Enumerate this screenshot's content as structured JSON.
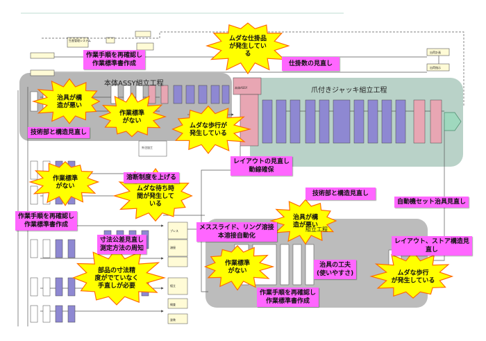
{
  "zones": {
    "main_body": "本体ASSY組立工程",
    "jack": "爪付きジャッキ組立工程",
    "bottom": "組立工程"
  },
  "process_small_labels": {
    "system": "生産管理システム",
    "box": "本体ASSY",
    "shipping_l": "出荷計画",
    "shipping_r": "出荷指示",
    "outsource": "外注加工",
    "press": "プレス",
    "weld": "溶接",
    "assy": "組立",
    "insp": "検査",
    "paint": "塗装"
  },
  "callouts": {
    "sakuhyo_tl": [
      "作業手順を再確認し",
      "作業標準書作成"
    ],
    "gijutsu_l": "技術部と構造見直し",
    "shiage": "仕掛数の見直し",
    "layout_mid": [
      "レイアウトの見直し",
      "動線確保"
    ],
    "yosetsu": "溶断制度を上げる",
    "sakuhyo_ml": [
      "作業手順を再確認し",
      "作業標準書作成"
    ],
    "sunpo": [
      "寸法公差見直し",
      "測定方法の周知"
    ],
    "gijutsu_r": "技術部と構造見直し",
    "auto": "自動機セット治具見直し",
    "mess": [
      "メススライド、リング溶接",
      "本溶接自動化"
    ],
    "jigu_kufu": [
      "治具の工夫",
      "(使いやすさ)"
    ],
    "layout_r": [
      "レイアウト、ストア構造見",
      "直し"
    ],
    "sakuhyo_b": [
      "作業手順を再確認し",
      "作業標準書作成"
    ]
  },
  "bursts": {
    "shikakari": [
      "ムダな仕掛品",
      "が発生してい",
      "る"
    ],
    "jigu_tl": [
      "治具が構",
      "造が悪い"
    ],
    "hyojun_1": [
      "作業標準",
      "がない"
    ],
    "hoko_mid": [
      "ムダな歩行が",
      "発生している"
    ],
    "hyojun_l": [
      "作業標準",
      "がない"
    ],
    "machi": [
      "ムダな待ち時",
      "間が発生して",
      "いる"
    ],
    "buhin": [
      "部品の寸法精",
      "度がでていなく",
      "手直しが必要"
    ],
    "hyojun_b": [
      "作業標準",
      "がない"
    ],
    "jigu_br": [
      "治具が構",
      "造が悪い"
    ],
    "hoko_r": [
      "ムダな歩行",
      "が発生している"
    ]
  },
  "colors": {
    "callout": "#ff66ff",
    "burst": "#ffff00",
    "burst_outline": "#ff6a00",
    "zone_gray": "#a6a6a6",
    "zone_green": "#b9d2c8",
    "process_purple": "#8e88d2",
    "process_pink": "#e8a6b3",
    "arrow_green": "#9fd8be"
  }
}
